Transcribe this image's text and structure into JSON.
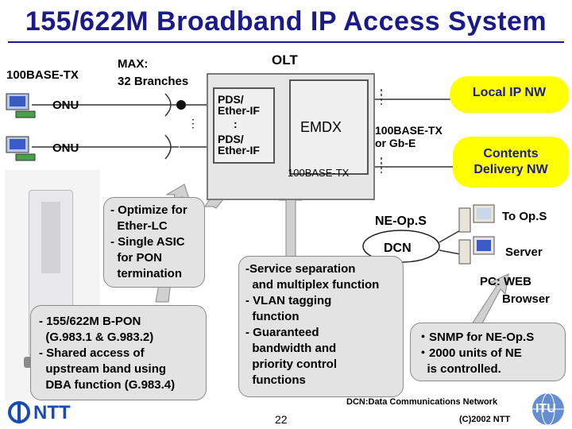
{
  "title": "155/622M Broadband IP Access System",
  "labels": {
    "left_interface": "100BASE-TX",
    "max_branches_1": "MAX:",
    "max_branches_2": "32 Branches",
    "olt": "OLT",
    "onu_1": "ONU",
    "onu_2": "ONU",
    "pds_1a": "PDS/",
    "pds_1b": "Ether-IF",
    "pds_dots": ":",
    "pds_2a": "PDS/",
    "pds_2b": "Ether-IF",
    "emdx": "EMDX",
    "inner_link": "100BASE-TX",
    "right_link_1": "100BASE-TX",
    "right_link_2": "or Gb-E",
    "ne_ops": "NE-Op.S",
    "dcn": "DCN",
    "to_ops": "To Op.S",
    "server": "Server",
    "pc_1": "PC: WEB",
    "pc_2": "Browser"
  },
  "clouds": {
    "local_ip": "Local IP NW",
    "contents_1": "Contents",
    "contents_2": "Delivery NW"
  },
  "callouts": {
    "onu_features": [
      "- Optimize for",
      "  Ether-LC",
      "- Single ASIC",
      "  for PON",
      "  termination"
    ],
    "pon_features": [
      "- 155/622M B-PON",
      "  (G.983.1 & G.983.2)",
      "- Shared access of",
      "  upstream band using",
      "  DBA function (G.983.4)"
    ],
    "olt_features": [
      "-Service separation",
      "  and multiplex function",
      "- VLAN tagging",
      "  function",
      "- Guaranteed",
      "  bandwidth and",
      "  priority control",
      "  functions"
    ],
    "ops_features": [
      "・SNMP for NE-Op.S",
      "・2000 units of NE",
      "   is controlled."
    ]
  },
  "footer": {
    "dcn_note": "DCN:Data Communications Network",
    "page_number": "22",
    "copyright": "(C)2002 NTT",
    "ntt_logo": "NTT",
    "itu_logo": "ITU"
  },
  "colors": {
    "title": "#1a1a8c",
    "cloud": "#ffff00",
    "callout_bg": "#e3e3e3"
  }
}
